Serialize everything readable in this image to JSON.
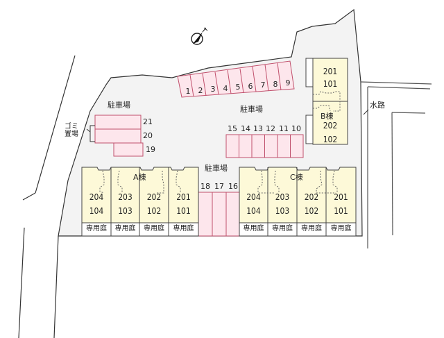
{
  "compass": {
    "icon": "north-arrow-icon"
  },
  "site": {
    "boundary_color": "#333333",
    "ground_color": "#f3f3f3",
    "parking_color": "#fde6ec",
    "parking_border": "#c0506c",
    "building_color": "#fdf9d8",
    "building_border": "#444444"
  },
  "labels": {
    "parking_top": "駐車場",
    "parking_left": "駐車場",
    "parking_center": "駐車場",
    "garbage_line1": "ゴミ",
    "garbage_line2": "置場",
    "waterway": "水路"
  },
  "parking": {
    "row_top": [
      "1",
      "2",
      "3",
      "4",
      "5",
      "6",
      "7",
      "8",
      "9"
    ],
    "row_mid": [
      "15",
      "14",
      "13",
      "12",
      "11",
      "10"
    ],
    "row_left": [
      "21",
      "20",
      "19"
    ],
    "row_center": [
      "18",
      "17",
      "16"
    ]
  },
  "buildings": {
    "A": {
      "name": "A棟",
      "units": [
        {
          "upper": "204",
          "lower": "104",
          "garden": "専用庭"
        },
        {
          "upper": "203",
          "lower": "103",
          "garden": "専用庭"
        },
        {
          "upper": "202",
          "lower": "102",
          "garden": "専用庭"
        },
        {
          "upper": "201",
          "lower": "101",
          "garden": "専用庭"
        }
      ]
    },
    "B": {
      "name": "B棟",
      "units": [
        {
          "upper": "201",
          "lower": "101"
        },
        {
          "upper": "202",
          "lower": "102"
        }
      ]
    },
    "C": {
      "name": "C棟",
      "units": [
        {
          "upper": "204",
          "lower": "104",
          "garden": "専用庭"
        },
        {
          "upper": "203",
          "lower": "103",
          "garden": "専用庭"
        },
        {
          "upper": "202",
          "lower": "102",
          "garden": "専用庭"
        },
        {
          "upper": "201",
          "lower": "101",
          "garden": "専用庭"
        }
      ]
    }
  }
}
